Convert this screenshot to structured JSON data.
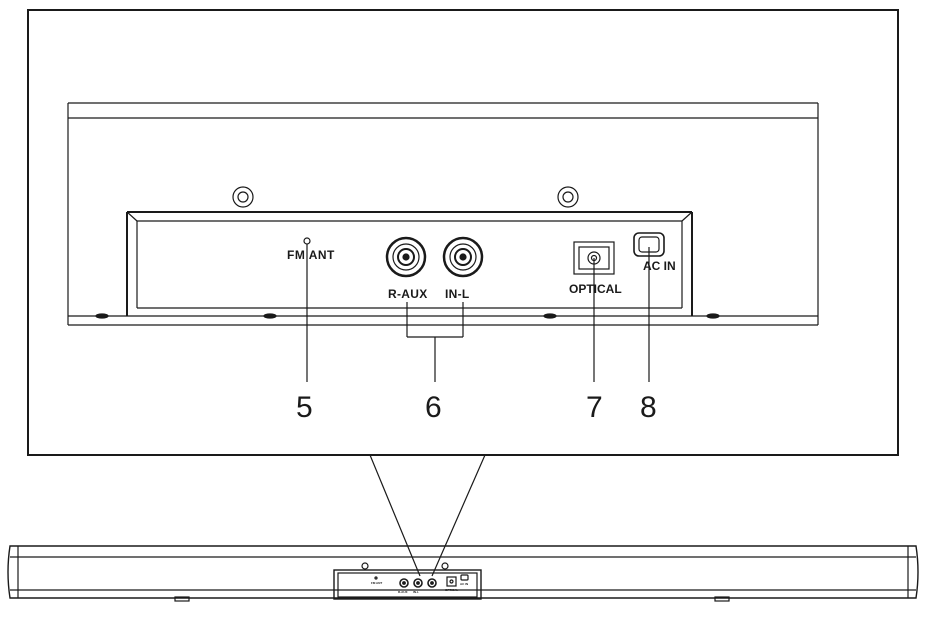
{
  "panel": {
    "fm_ant_label": "FM ANT",
    "r_aux_label": "R-AUX",
    "in_l_label": "IN-L",
    "optical_label": "OPTICAL",
    "ac_in_label": "AC IN"
  },
  "callouts": {
    "fm_ant": "5",
    "aux_in": "6",
    "optical": "7",
    "ac_in": "8"
  },
  "colors": {
    "line": "#1a1a1a",
    "background": "#ffffff"
  }
}
